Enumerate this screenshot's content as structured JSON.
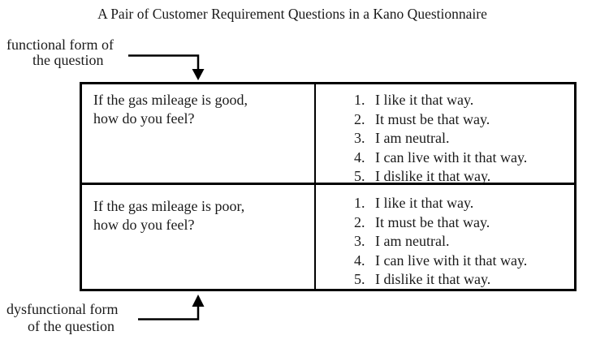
{
  "title": "A Pair of Customer Requirement Questions in a Kano Questionnaire",
  "functional_label": {
    "line1": "functional form of",
    "line2": "the question"
  },
  "dysfunctional_label": {
    "line1": "dysfunctional form",
    "line2": "of the question"
  },
  "table": {
    "rows": [
      {
        "question_line1": "If the gas mileage is good,",
        "question_line2": "how do you feel?",
        "options": [
          {
            "n": "1.",
            "text": "I like it that way."
          },
          {
            "n": "2.",
            "text": "It must be that way."
          },
          {
            "n": "3.",
            "text": "I am neutral."
          },
          {
            "n": "4.",
            "text": "I can live with it that way."
          },
          {
            "n": "5.",
            "text": "I dislike it that way."
          }
        ]
      },
      {
        "question_line1": "If the gas mileage is poor,",
        "question_line2": "how do you feel?",
        "options": [
          {
            "n": "1.",
            "text": "I like it that way."
          },
          {
            "n": "2.",
            "text": "It must be that way."
          },
          {
            "n": "3.",
            "text": "I am neutral."
          },
          {
            "n": "4.",
            "text": "I can live with it that way."
          },
          {
            "n": "5.",
            "text": "I dislike it that way."
          }
        ]
      }
    ]
  },
  "colors": {
    "text": "#1a1a1a",
    "border": "#000000",
    "background": "#ffffff"
  }
}
